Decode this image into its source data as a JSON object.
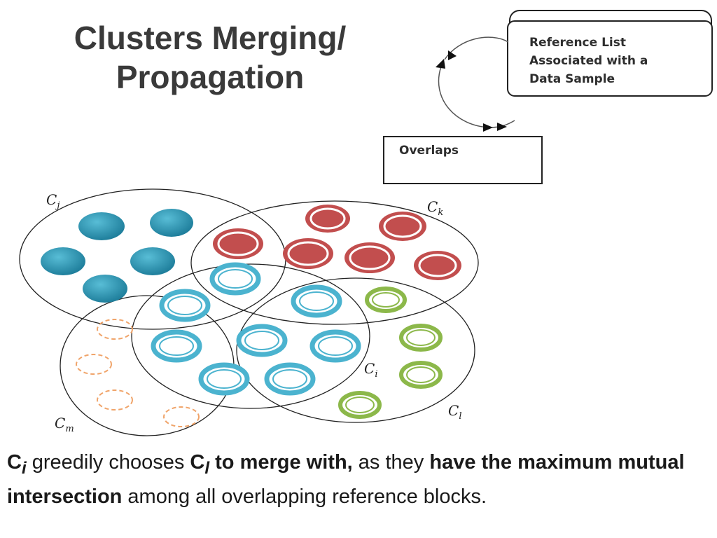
{
  "title": {
    "line1": "Clusters Merging/",
    "line2": "Propagation"
  },
  "flow": {
    "reference_box": {
      "line1": "Reference List",
      "line2": "Associated with a",
      "line3": "Data Sample"
    },
    "overlaps_box": "Overlaps"
  },
  "clusters": {
    "cj": {
      "main": "C",
      "sub": "j"
    },
    "ck": {
      "main": "C",
      "sub": "k"
    },
    "ci": {
      "main": "C",
      "sub": "i"
    },
    "cl": {
      "main": "C",
      "sub": "l"
    },
    "cm": {
      "main": "C",
      "sub": "m"
    }
  },
  "colors": {
    "blue_filled": "#2e93ae",
    "blue_ring": "#4bb3cf",
    "red": "#c24e4e",
    "green": "#8cb84a",
    "orange_dashed": "#f0a46a"
  },
  "caption": {
    "ci_main": "C",
    "ci_sub": "i",
    "t1": " greedily chooses ",
    "cl_main": "C",
    "cl_sub": "l",
    "t2": " to merge with,",
    "t3": " as they ",
    "t4": "have the maximum mutual intersection",
    "t5": " among all overlapping reference blocks."
  }
}
